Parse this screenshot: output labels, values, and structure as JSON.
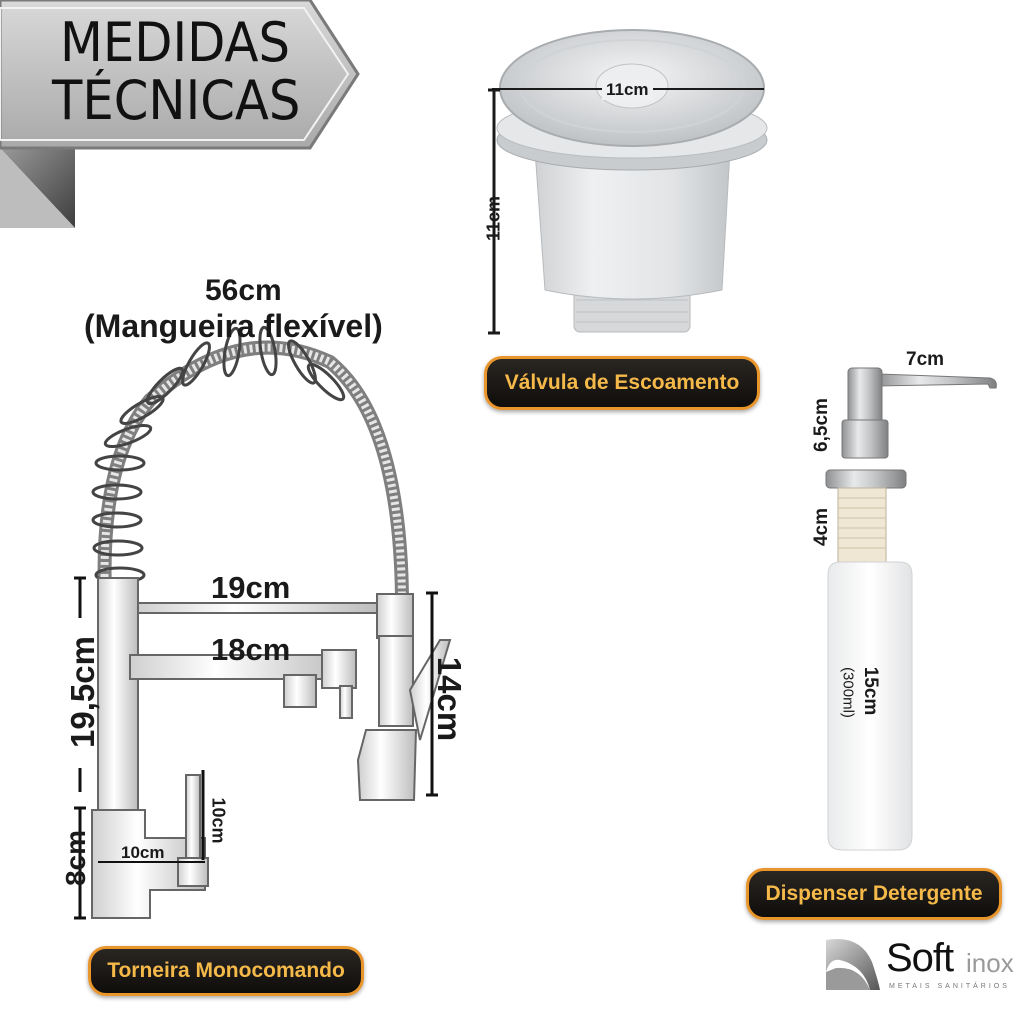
{
  "banner": {
    "line1": "MEDIDAS",
    "line2": "TÉCNICAS"
  },
  "valve": {
    "width_dim": "11cm",
    "height_dim": "11cm",
    "label": "Válvula de Escoamento"
  },
  "faucet": {
    "hose_dim": "56cm",
    "hose_note": "(Mangueira flexível)",
    "spout_upper_dim": "19cm",
    "spout_lower_dim": "18cm",
    "height_dim": "19,5cm",
    "sprayer_dim": "14cm",
    "base_height_dim": "8cm",
    "base_width_dim": "10cm",
    "lever_dim": "10cm",
    "label": "Torneira Monocomando"
  },
  "dispenser": {
    "spout_dim": "7cm",
    "head_dim": "6,5cm",
    "neck_dim": "4cm",
    "bottle_dim": "15cm",
    "capacity": "(300ml)",
    "label": "Dispenser Detergente"
  },
  "brand": {
    "name": "Soft",
    "suffix": "inox",
    "tagline": "METAIS SANITÁRIOS"
  },
  "colors": {
    "accent": "#e8952b",
    "pill_text": "#f5b94a",
    "pill_bg": "#1a1714",
    "banner": "#c4c4c4"
  }
}
